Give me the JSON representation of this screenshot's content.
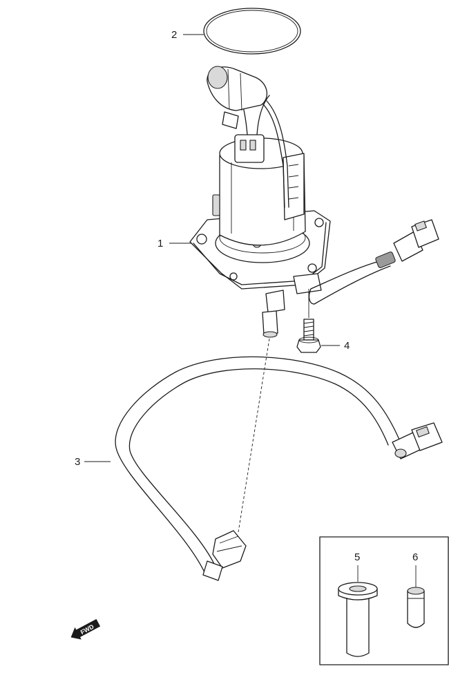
{
  "callouts": {
    "c1": "1",
    "c2": "2",
    "c3": "3",
    "c4": "4",
    "c5": "5",
    "c6": "6"
  },
  "direction_badge": "FWD"
}
